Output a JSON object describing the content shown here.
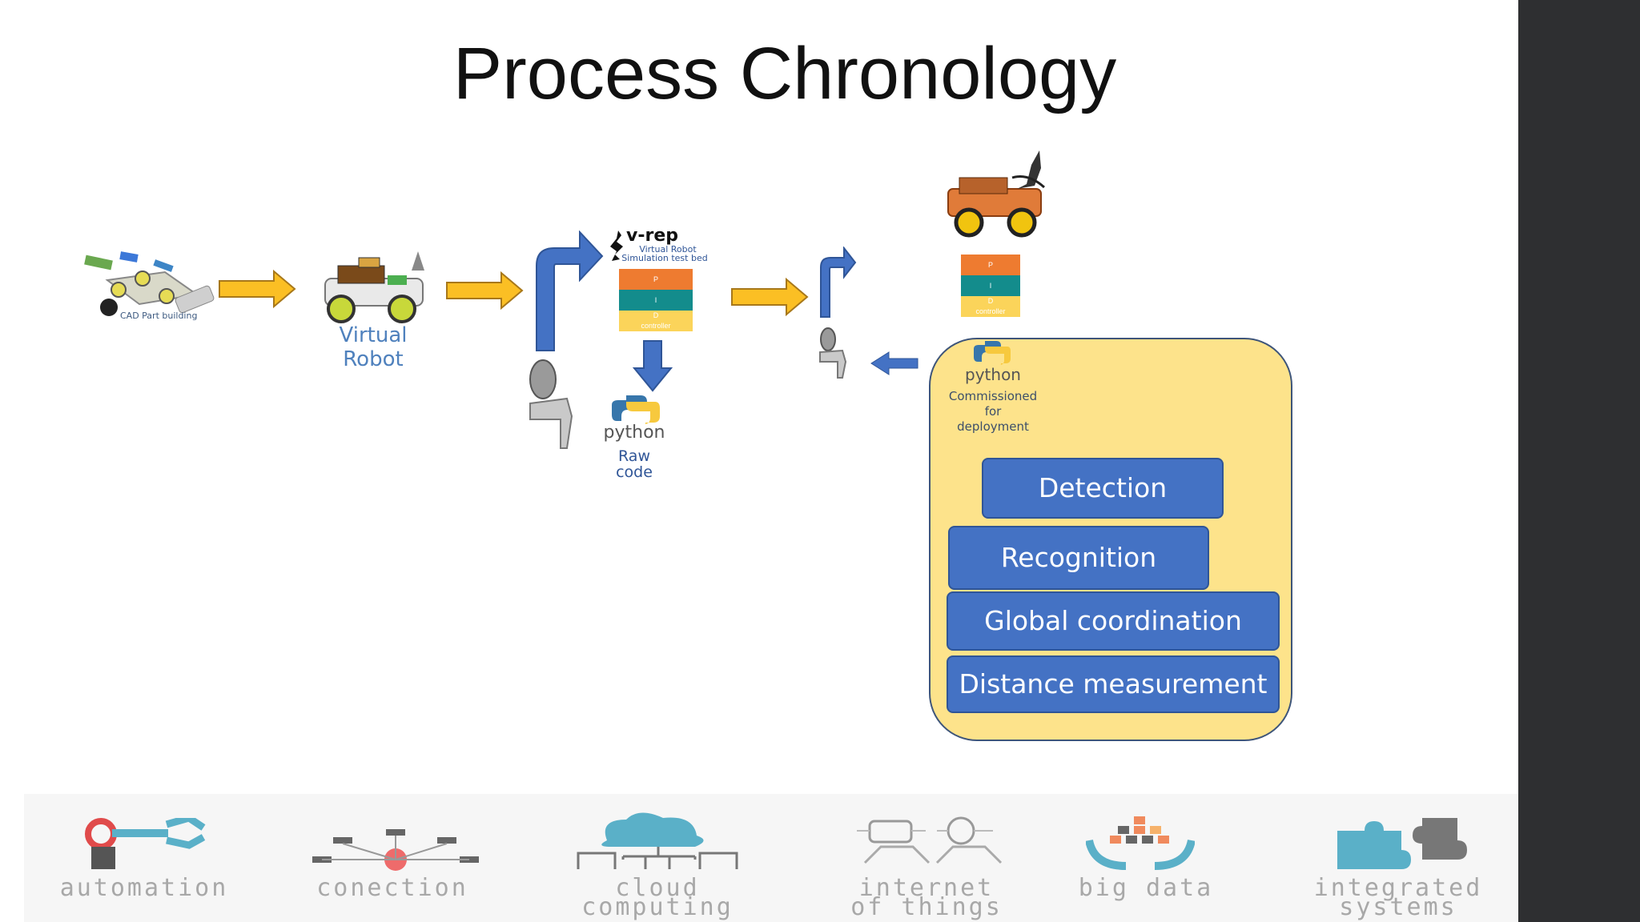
{
  "title": "Process Chronology",
  "stage1": {
    "caption": "CAD Part building"
  },
  "stage2": {
    "label": "Virtual Robot"
  },
  "vrep": {
    "logo": "v-rep",
    "subtitle_line1": "Virtual Robot",
    "subtitle_line2": "Simulation test bed",
    "pid": {
      "p": "P",
      "i": "I",
      "d": "D",
      "d_sub": "controller"
    }
  },
  "python_raw": {
    "logo": "python",
    "line1": "Raw",
    "line2": "code"
  },
  "deploy": {
    "pid": {
      "p": "P",
      "i": "I",
      "d": "D",
      "d_sub": "controller"
    },
    "python_logo": "python",
    "caption_line1": "Commissioned",
    "caption_line2": "for",
    "caption_line3": "deployment",
    "steps": [
      "Detection",
      "Recognition",
      "Global coordination",
      "Distance measurement"
    ]
  },
  "footer": {
    "items": [
      {
        "line1": "automation",
        "line2": ""
      },
      {
        "line1": "conection",
        "line2": ""
      },
      {
        "line1": "cloud",
        "line2": "computing"
      },
      {
        "line1": "internet",
        "line2": "of things"
      },
      {
        "line1": "big data",
        "line2": ""
      },
      {
        "line1": "integrated",
        "line2": "systems"
      }
    ]
  },
  "colors": {
    "arrow_yellow": "#fbbf24",
    "arrow_blue": "#4472c4",
    "box_fill": "#fde38b",
    "button_blue": "#4472c4",
    "sidebar": "#2e2f31"
  }
}
